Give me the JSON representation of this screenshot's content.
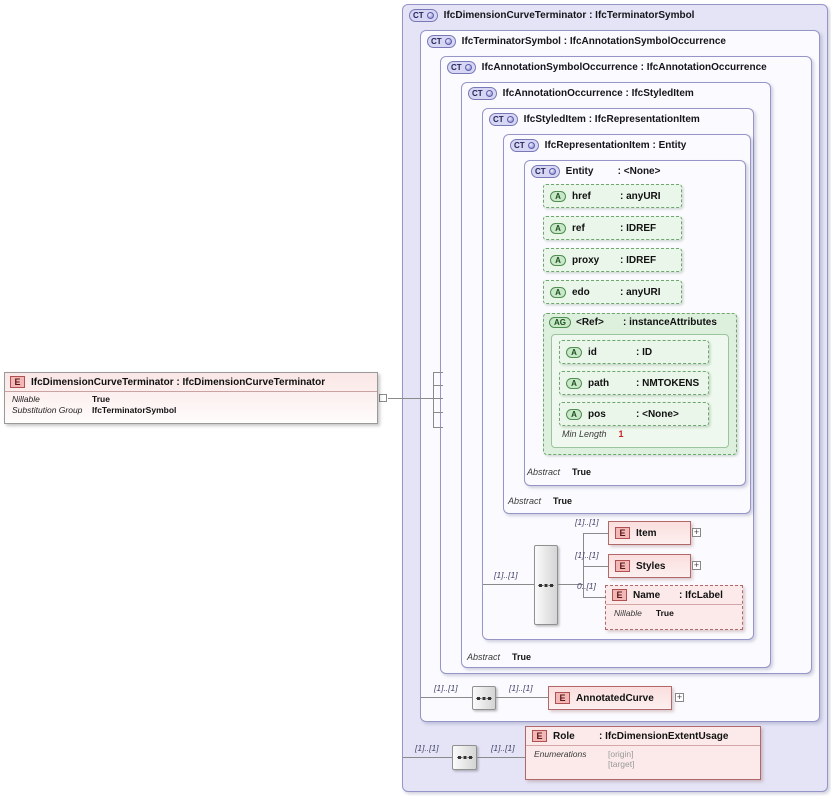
{
  "element_box": {
    "badge": "E",
    "title": "IfcDimensionCurveTerminator : IfcDimensionCurveTerminator",
    "rows": [
      {
        "label": "Nillable",
        "value": "True"
      },
      {
        "label": "Substitution Group",
        "value": "IfcTerminatorSymbol"
      }
    ]
  },
  "ct": {
    "badge": "CT",
    "boxes": [
      {
        "title": "IfcDimensionCurveTerminator : IfcTerminatorSymbol"
      },
      {
        "title": "IfcTerminatorSymbol : IfcAnnotationSymbolOccurrence"
      },
      {
        "title": "IfcAnnotationSymbolOccurrence : IfcAnnotationOccurrence"
      },
      {
        "title": "IfcAnnotationOccurrence : IfcStyledItem"
      },
      {
        "title": "IfcStyledItem : IfcRepresentationItem"
      },
      {
        "title": "IfcRepresentationItem : Entity"
      },
      {
        "name": "Entity",
        "type": ": <None>"
      }
    ]
  },
  "entity_attributes": [
    {
      "badge": "A",
      "name": "href",
      "type": ": anyURI"
    },
    {
      "badge": "A",
      "name": "ref",
      "type": ": IDREF"
    },
    {
      "badge": "A",
      "name": "proxy",
      "type": ": IDREF"
    },
    {
      "badge": "A",
      "name": "edo",
      "type": ": anyURI"
    }
  ],
  "attribute_group": {
    "badge": "AG",
    "name": "<Ref>",
    "type": ": instanceAttributes",
    "attributes": [
      {
        "badge": "A",
        "name": "id",
        "type": ": ID"
      },
      {
        "badge": "A",
        "name": "path",
        "type": ": NMTOKENS"
      },
      {
        "badge": "A",
        "name": "pos",
        "type": ": <None>"
      }
    ],
    "facet": {
      "label": "Min Length",
      "value": "1"
    }
  },
  "flags": {
    "entity_abstract": {
      "label": "Abstract",
      "value": "True"
    },
    "representationitem_abstract": {
      "label": "Abstract",
      "value": "True"
    },
    "annotationoccurrence_abstract": {
      "label": "Abstract",
      "value": "True"
    },
    "name_nillable": {
      "label": "Nillable",
      "value": "True"
    }
  },
  "elements": {
    "item": {
      "badge": "E",
      "name": "Item",
      "cardinality": "[1]..[1]",
      "expand": "+"
    },
    "styles": {
      "badge": "E",
      "name": "Styles",
      "cardinality": "[1]..[1]",
      "expand": "+"
    },
    "name": {
      "badge": "E",
      "name": "Name",
      "type": ": IfcLabel",
      "cardinality": "0..[1]"
    },
    "annotated_curve": {
      "badge": "E",
      "name": "AnnotatedCurve",
      "expand": "+"
    },
    "role": {
      "badge": "E",
      "name": "Role",
      "type": ": IfcDimensionExtentUsage",
      "enum_label": "Enumerations",
      "enum_values": [
        "[origin]",
        "[target]"
      ]
    }
  },
  "cardinalities": {
    "styleditem_in": "[1]..[1]",
    "terminator_in": "[1]..[1]",
    "terminator_out": "[1]..[1]",
    "dimension_in": "[1]..[1]",
    "dimension_out": "[1]..[1]"
  }
}
